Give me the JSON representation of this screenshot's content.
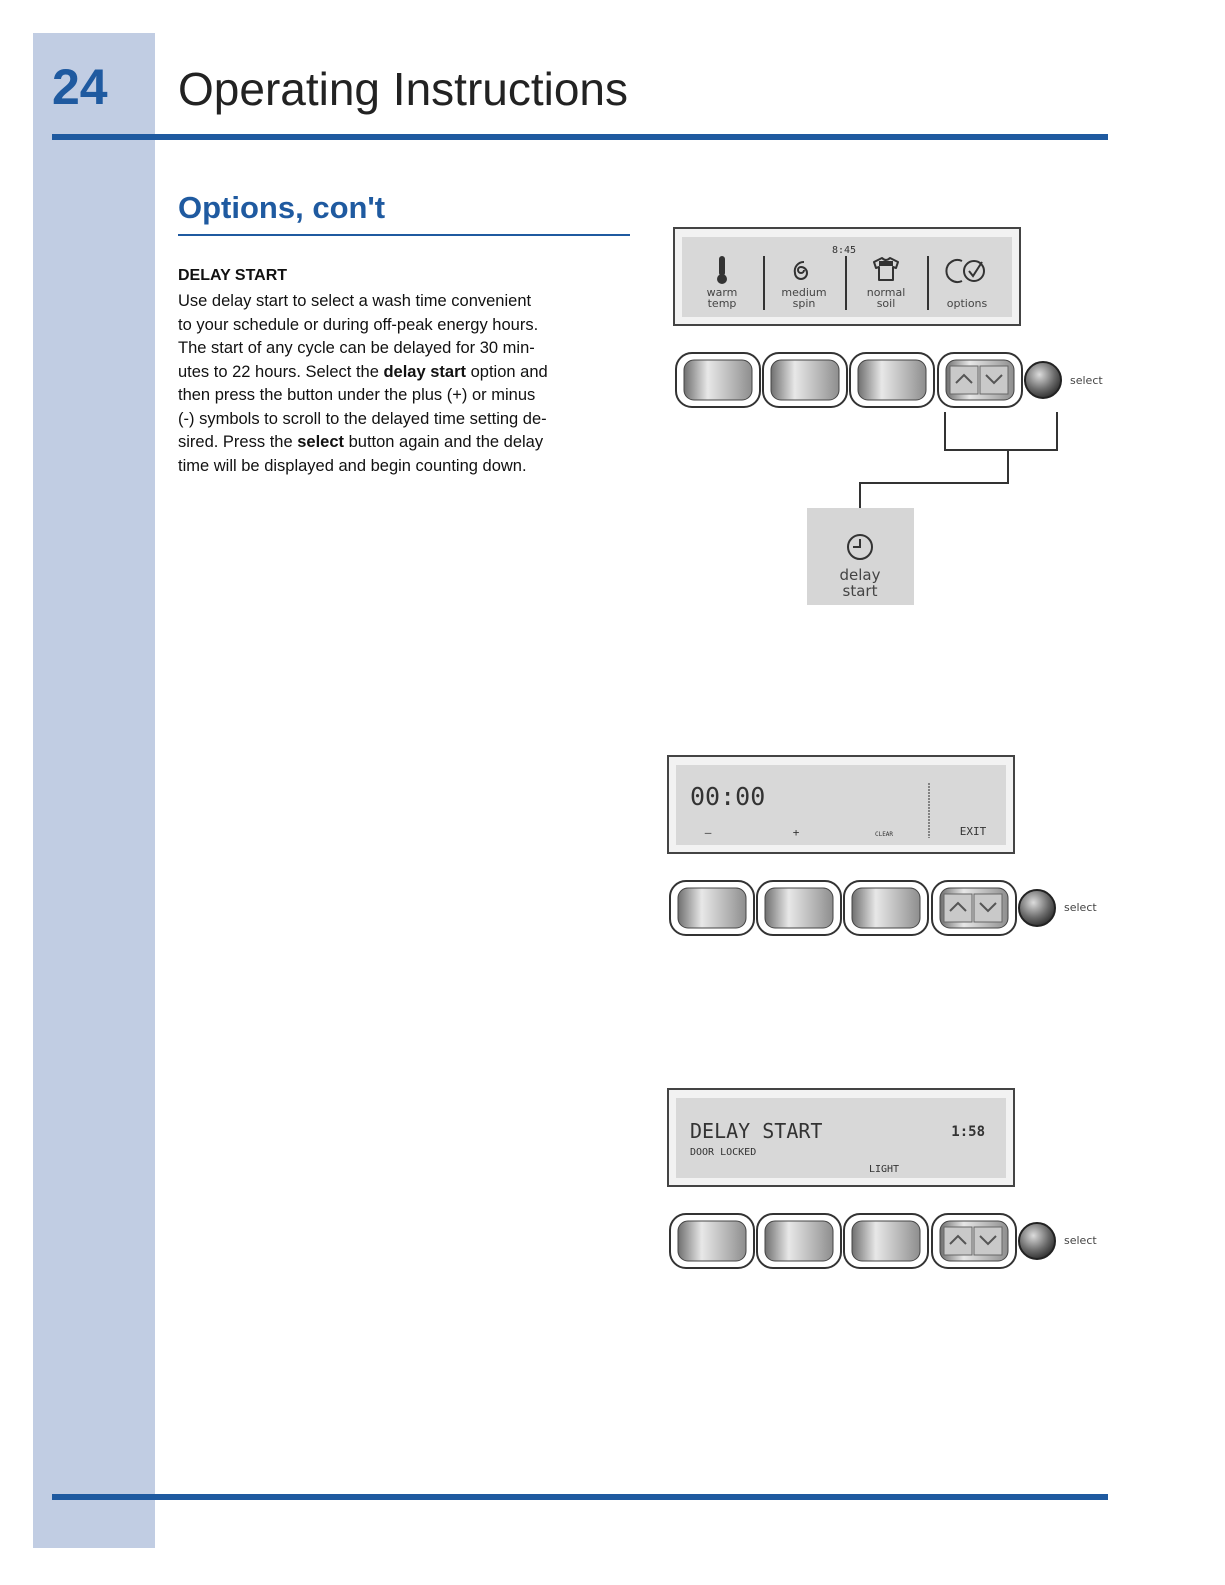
{
  "header": {
    "page_number": "24",
    "title": "Operating Instructions"
  },
  "section": {
    "title": "Options, con't",
    "subhead": "DELAY START",
    "body_parts": [
      "Use delay start to select a wash time convenient\nto your schedule or during off-peak energy hours.\nThe start of any cycle can be delayed for 30 min-\nutes to 22 hours. Select the ",
      "delay start",
      " option and\nthen press the button under the plus (+) or minus\n(-) symbols to scroll to the delayed time setting de-\nsired. Press the ",
      "select",
      " button again and the delay\ntime will be displayed and begin counting down."
    ]
  },
  "panel1": {
    "time": "8:45",
    "items": [
      {
        "icon": "thermometer-icon",
        "line1": "warm",
        "line2": "temp"
      },
      {
        "icon": "spiral-spin-icon",
        "line1": "medium",
        "line2": "spin"
      },
      {
        "icon": "shirt-icon",
        "line1": "normal",
        "line2": "soil"
      },
      {
        "icon": "options-check-icon",
        "line1": "options",
        "line2": ""
      }
    ],
    "select_label": "select",
    "callout": {
      "icon": "clock-icon",
      "line1": "delay",
      "line2": "start"
    }
  },
  "panel2": {
    "time": "00:00",
    "labels": [
      "–",
      "+",
      "CLEAR",
      "EXIT"
    ],
    "select_label": "select"
  },
  "panel3": {
    "title": "DELAY START",
    "time": "1:58",
    "status": "DOOR LOCKED",
    "light_label": "LIGHT",
    "select_label": "select"
  }
}
